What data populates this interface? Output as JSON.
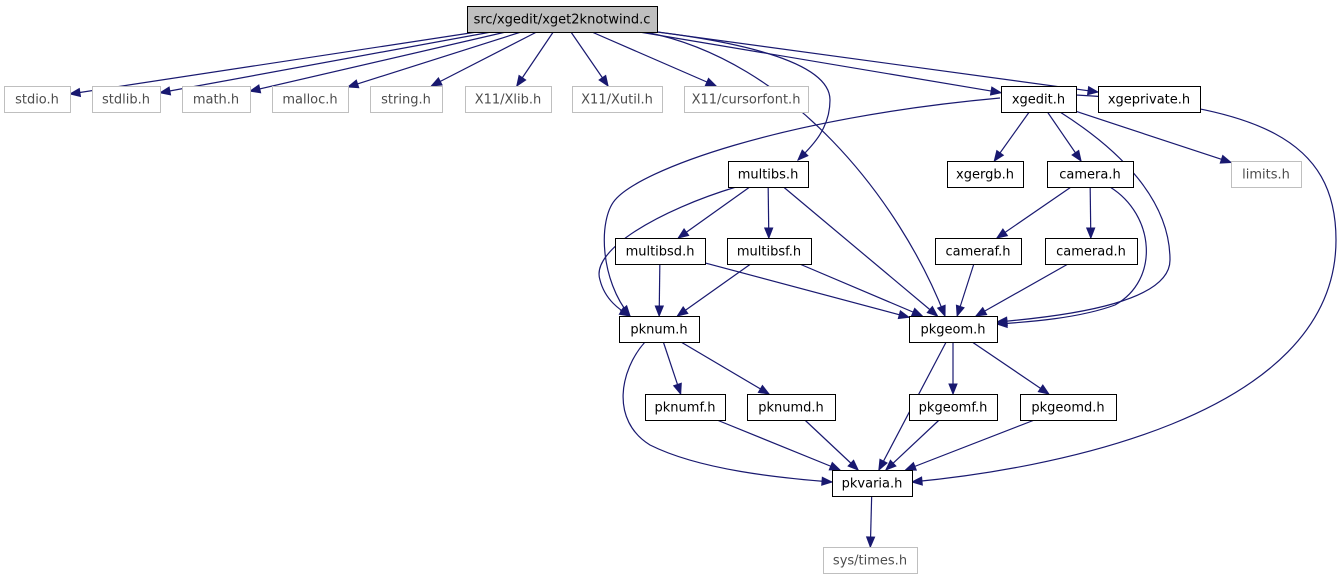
{
  "colors": {
    "edge": "#191970",
    "root_fill": "#bfbfbf",
    "node_fill": "#ffffff",
    "node_border": "#000000",
    "external_border": "#bfbfbf",
    "text": "#000000",
    "external_text": "#4d4d4d"
  },
  "nodes": [
    {
      "id": "root",
      "label": "src/xgedit/xget2knotwind.c",
      "kind": "root"
    },
    {
      "id": "stdio",
      "label": "stdio.h",
      "kind": "external"
    },
    {
      "id": "stdlib",
      "label": "stdlib.h",
      "kind": "external"
    },
    {
      "id": "math",
      "label": "math.h",
      "kind": "external"
    },
    {
      "id": "malloc",
      "label": "malloc.h",
      "kind": "external"
    },
    {
      "id": "string",
      "label": "string.h",
      "kind": "external"
    },
    {
      "id": "xlib",
      "label": "X11/Xlib.h",
      "kind": "external"
    },
    {
      "id": "xutil",
      "label": "X11/Xutil.h",
      "kind": "external"
    },
    {
      "id": "cursorfont",
      "label": "X11/cursorfont.h",
      "kind": "external"
    },
    {
      "id": "xgedit",
      "label": "xgedit.h",
      "kind": "project"
    },
    {
      "id": "xgeprivate",
      "label": "xgeprivate.h",
      "kind": "project"
    },
    {
      "id": "multibs",
      "label": "multibs.h",
      "kind": "project"
    },
    {
      "id": "xgergb",
      "label": "xgergb.h",
      "kind": "project"
    },
    {
      "id": "camera",
      "label": "camera.h",
      "kind": "project"
    },
    {
      "id": "limits",
      "label": "limits.h",
      "kind": "external"
    },
    {
      "id": "multibsd",
      "label": "multibsd.h",
      "kind": "project"
    },
    {
      "id": "multibsf",
      "label": "multibsf.h",
      "kind": "project"
    },
    {
      "id": "cameraf",
      "label": "cameraf.h",
      "kind": "project"
    },
    {
      "id": "camerad",
      "label": "camerad.h",
      "kind": "project"
    },
    {
      "id": "pknum",
      "label": "pknum.h",
      "kind": "project"
    },
    {
      "id": "pkgeom",
      "label": "pkgeom.h",
      "kind": "project"
    },
    {
      "id": "pknumf",
      "label": "pknumf.h",
      "kind": "project"
    },
    {
      "id": "pknumd",
      "label": "pknumd.h",
      "kind": "project"
    },
    {
      "id": "pkgeomf",
      "label": "pkgeomf.h",
      "kind": "project"
    },
    {
      "id": "pkgeomd",
      "label": "pkgeomd.h",
      "kind": "project"
    },
    {
      "id": "pkvaria",
      "label": "pkvaria.h",
      "kind": "project"
    },
    {
      "id": "systimes",
      "label": "sys/times.h",
      "kind": "external"
    }
  ],
  "edges": [
    {
      "from": "root",
      "to": "stdio"
    },
    {
      "from": "root",
      "to": "stdlib"
    },
    {
      "from": "root",
      "to": "math"
    },
    {
      "from": "root",
      "to": "malloc"
    },
    {
      "from": "root",
      "to": "string"
    },
    {
      "from": "root",
      "to": "xlib"
    },
    {
      "from": "root",
      "to": "xutil"
    },
    {
      "from": "root",
      "to": "cursorfont"
    },
    {
      "from": "root",
      "to": "xgedit"
    },
    {
      "from": "root",
      "to": "xgeprivate"
    },
    {
      "from": "root",
      "to": "multibs"
    },
    {
      "from": "root",
      "to": "pkgeom"
    },
    {
      "from": "xgedit",
      "to": "xgergb"
    },
    {
      "from": "xgedit",
      "to": "camera"
    },
    {
      "from": "xgedit",
      "to": "limits"
    },
    {
      "from": "xgedit",
      "to": "pknum"
    },
    {
      "from": "xgedit",
      "to": "pkgeom"
    },
    {
      "from": "xgedit",
      "to": "pkvaria"
    },
    {
      "from": "multibs",
      "to": "multibsd"
    },
    {
      "from": "multibs",
      "to": "multibsf"
    },
    {
      "from": "multibs",
      "to": "pknum"
    },
    {
      "from": "multibs",
      "to": "pkgeom"
    },
    {
      "from": "camera",
      "to": "cameraf"
    },
    {
      "from": "camera",
      "to": "camerad"
    },
    {
      "from": "camera",
      "to": "pkgeom"
    },
    {
      "from": "multibsd",
      "to": "pknum"
    },
    {
      "from": "multibsd",
      "to": "pkgeom"
    },
    {
      "from": "multibsf",
      "to": "pknum"
    },
    {
      "from": "multibsf",
      "to": "pkgeom"
    },
    {
      "from": "cameraf",
      "to": "pkgeom"
    },
    {
      "from": "camerad",
      "to": "pkgeom"
    },
    {
      "from": "pknum",
      "to": "pknumf"
    },
    {
      "from": "pknum",
      "to": "pknumd"
    },
    {
      "from": "pknum",
      "to": "pkvaria"
    },
    {
      "from": "pkgeom",
      "to": "pkgeomf"
    },
    {
      "from": "pkgeom",
      "to": "pkgeomd"
    },
    {
      "from": "pkgeom",
      "to": "pkvaria"
    },
    {
      "from": "pknumf",
      "to": "pkvaria"
    },
    {
      "from": "pknumd",
      "to": "pkvaria"
    },
    {
      "from": "pkgeomf",
      "to": "pkvaria"
    },
    {
      "from": "pkgeomd",
      "to": "pkvaria"
    },
    {
      "from": "pkvaria",
      "to": "systimes"
    }
  ]
}
